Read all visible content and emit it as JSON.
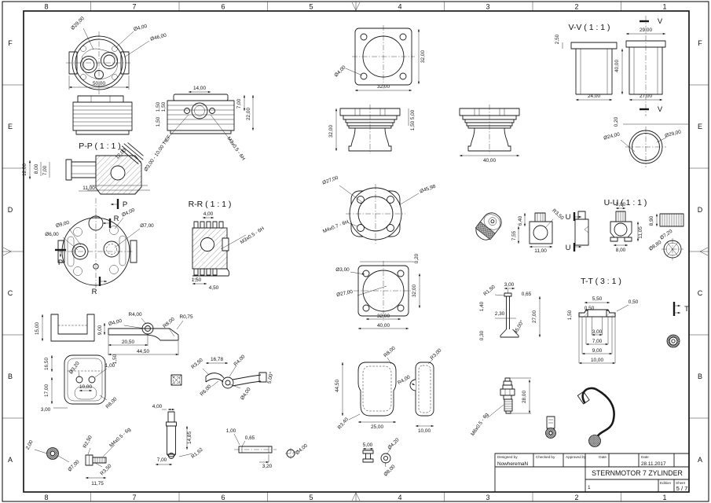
{
  "sheet": {
    "cols": [
      "8",
      "7",
      "6",
      "5",
      "4",
      "3",
      "2",
      "1"
    ],
    "rows": [
      "F",
      "E",
      "D",
      "C",
      "B",
      "A"
    ]
  },
  "title_block": {
    "designed_by_label": "Designed by",
    "designed_by": "NowheremaN",
    "checked_by_label": "Checked by",
    "approved_by_label": "Approved by",
    "date_label": "Date",
    "date_label_2": "Date",
    "date": "28.11.2017",
    "title": "STERNMOTOR 7 ZYLINDER",
    "part_number": "1",
    "edition_label": "Edition",
    "sheet_label": "Sheet",
    "sheet_value": "5 / 7"
  },
  "views": {
    "head_top": {
      "dia_pattern": "Ø29,00",
      "dia_hole": "Ø4,00",
      "dia_body": "Ø46,00",
      "width": "50,00"
    },
    "head_side": {
      "width_top": "14,00",
      "fin_a": "1,50",
      "fin_b": "1,50",
      "fin_c": "1,50",
      "h_top": "7,00",
      "h_total": "22,00",
      "note_hole": "Ø3,00 - 10,00 TIEF",
      "note_thread": "M3x0.5 - 6H"
    },
    "section_pp": {
      "title": "P-P ( 1 : 1 )",
      "marker": "P",
      "h_stub": "12,00",
      "h_a": "8,00",
      "h_b": "7,00",
      "w_offset": "11,00",
      "d_angled": "12,00"
    },
    "head_bottom": {
      "marker": "R",
      "d_a": "Ø9,00",
      "d_b": "Ø6,00",
      "d_c": "Ø4,00",
      "d_d": "Ø7,00"
    },
    "section_rr": {
      "title": "R-R ( 1 : 1 )",
      "w_top": "4,00",
      "thread": "M3x0.5 - 6H",
      "w_a": "1,50",
      "w_b": "4,50"
    },
    "crankcase_front": {
      "d_hole": "Ø4,00",
      "h": "32,00",
      "w": "32,00"
    },
    "cylinder_a": {
      "h": "32,00",
      "fin_a": "5,00",
      "fin_b": "1,50"
    },
    "cylinder_b": {
      "w": "40,00"
    },
    "crankcase_rear": {
      "d_bore": "Ø27,00",
      "d_flange": "Ø45,98",
      "thread": "M4x0.7 - 6H"
    },
    "backplate": {
      "t": "0,20",
      "d_hole": "Ø3,00",
      "d_bore": "Ø27,00",
      "h": "32,00",
      "w_a": "32,00",
      "w_b": "40,00"
    },
    "liner_top": {
      "t": "0,20",
      "d_in": "Ø24,00",
      "d_out": "Ø29,00"
    },
    "section_vv": {
      "title": "V-V ( 1 : 1 )",
      "marker": "V",
      "t_flange": "2,50",
      "h": "40,00",
      "w_in": "24,00",
      "w_flange": "29,00",
      "w_out": "27,00"
    },
    "piston": {
      "marker": "U",
      "h_a": "6,40",
      "h_b": "7,55",
      "r_boss": "R3,50",
      "w": "11,00"
    },
    "section_uu": {
      "title": "U-U ( 1 : 1 )",
      "w_top": "3,00",
      "h": "11,05",
      "w_bottom": "8,00"
    },
    "knurl_disc": {
      "h": "8,90",
      "d_in": "Ø7,20",
      "d_out": "Ø8,80"
    },
    "section_tt": {
      "title": "T-T ( 3 : 1 )",
      "marker": "T",
      "w_boss": "5,50",
      "t_a": "0,50",
      "t_b": "0,50",
      "t_flange": "1,50",
      "w_a": "3,00",
      "w_b": "7,00",
      "w_c": "9,00",
      "w_d": "10,00"
    },
    "valve": {
      "w_head": "3,00",
      "r_head": "R1,50",
      "w_a": "0,65",
      "t_head": "1,40",
      "w_stem": "2,30",
      "l_stem": "27,00",
      "t_tip": "0,30",
      "angle": "45,00°"
    },
    "bracket": {
      "h": "15,00"
    },
    "rocker_arm": {
      "r_a": "R4,00",
      "d_hole": "Ø4,00",
      "h": "9,00",
      "r_b": "R0,75",
      "r_c": "R8,00",
      "l_a": "20,50",
      "l_b": "44,50"
    },
    "mount_plate": {
      "h_a": "16,50",
      "t": "1,50",
      "d_hole": "Ø3,20",
      "gap": "1,00",
      "h_b": "17,00",
      "w_holes": "10,00",
      "w_foot": "3,00",
      "r": "R8,00"
    },
    "lever": {
      "r_a": "R3,50",
      "l": "16,78",
      "r_b": "R4,00",
      "r_c": "R6,00",
      "d_hole": "Ø4,00",
      "angle": "5,00°"
    },
    "pushrod": {
      "w_top": "4,00",
      "l": "14,85",
      "w_bottom": "7,00",
      "r_tip": "R1,62"
    },
    "pin": {
      "d": "1,00",
      "chamfer": "0,65",
      "l": "3,20"
    },
    "ball": {
      "d": "Ø4,00"
    },
    "cover_front": {
      "h": "44,50",
      "r_top": "R8,00",
      "w": "25,00",
      "r_bottom": "R3,40"
    },
    "cover_side": {
      "r_edge": "R3,00",
      "r_boss": "R4,00",
      "w": "10,00"
    },
    "washer": {
      "w": "5,00",
      "d_in": "Ø4,20",
      "d_out": "Ø8,00"
    },
    "thumb_dis": {
      "t": "2,00",
      "d": "Ø7,00"
    },
    "adjust_screw": {
      "r_a": "R2,50",
      "thread": "M4x0.5 - 6g",
      "r_b": "R3,50",
      "l": "11,75"
    },
    "glow_plug": {
      "thread": "M6x0.5 - 6g",
      "h": "28,00"
    }
  }
}
